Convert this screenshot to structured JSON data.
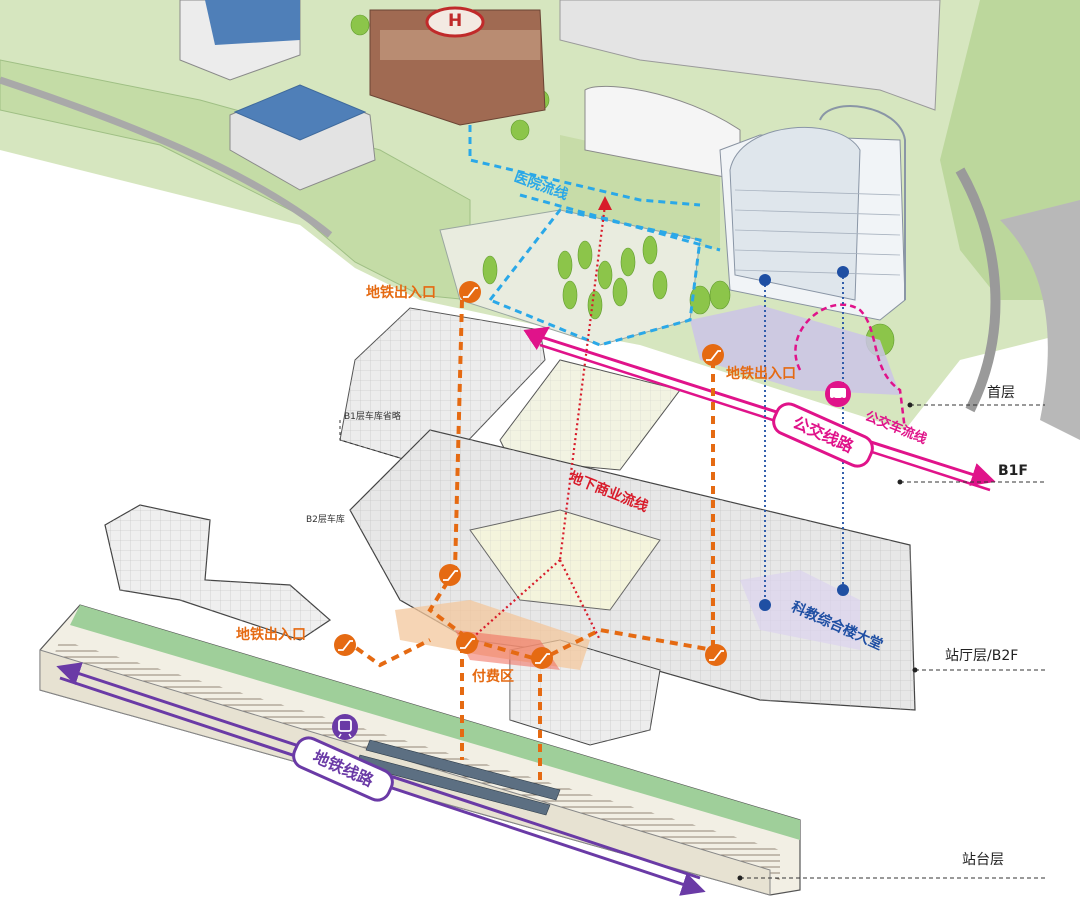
{
  "labels": {
    "hospital_flow": "医院流线",
    "metro_entrance_1": "地铁出入口",
    "metro_entrance_2": "地铁出入口",
    "metro_entrance_3": "地铁出入口",
    "bus_flow": "公交车流线",
    "bus_route": "公交线路",
    "underground_commerce_flow": "地下商业流线",
    "research_lobby": "科教综合楼大堂",
    "paid_zone": "付费区",
    "metro_route": "地铁线路",
    "b1_parking_omitted": "B1层车库省略",
    "b2_parking": "B2层车库",
    "helipad_letter": "H"
  },
  "levels": {
    "ground": "首层",
    "b1": "B1F",
    "concourse": "站厅层/B2F",
    "platform": "站台层"
  },
  "colors": {
    "metro_orange": "#e56a12",
    "commerce_red": "#d81b2a",
    "hospital_blue": "#2aa8e8",
    "research_navy": "#1f4fa3",
    "bus_magenta": "#e0138a",
    "metro_purple": "#6a3aa6",
    "ground_green": "#b9d69a"
  },
  "icons": {
    "escalator": "escalator-icon",
    "bus": "bus-icon",
    "metro": "metro-logo-icon",
    "helipad": "helipad-icon"
  }
}
